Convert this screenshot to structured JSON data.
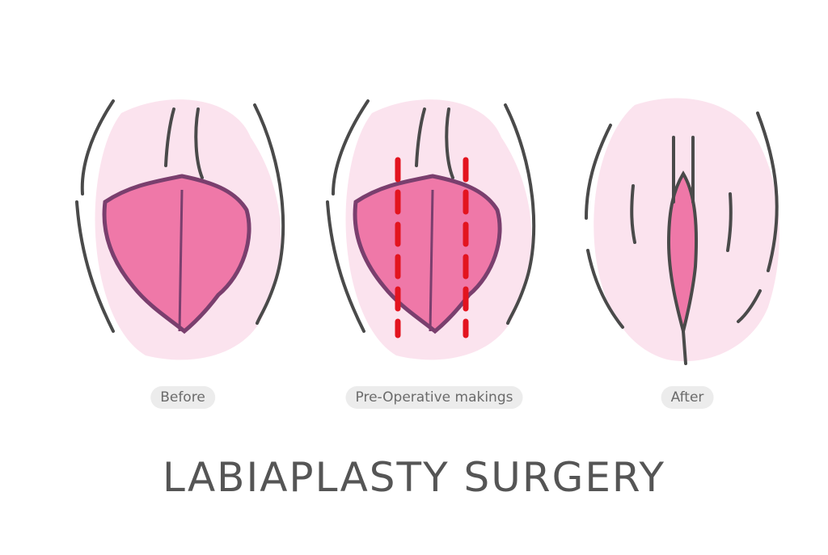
{
  "title": "LABIAPLASTY SURGERY",
  "colors": {
    "background_blob": "#fbe3ee",
    "outline": "#4a4a4a",
    "tissue_fill": "#ef78a8",
    "tissue_edge": "#7a3f6e",
    "marking": "#e3141f",
    "label_bg": "#ececec",
    "label_text": "#6b6b6b",
    "title_text": "#555555"
  },
  "panels": [
    {
      "id": "before",
      "label": "Before"
    },
    {
      "id": "pre-op",
      "label": "Pre-Operative makings"
    },
    {
      "id": "after",
      "label": "After"
    }
  ]
}
